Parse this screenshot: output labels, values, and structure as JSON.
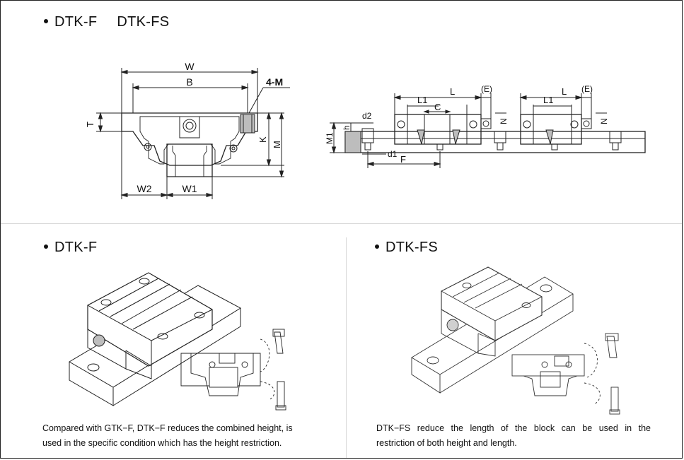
{
  "top_section": {
    "heading_main": "DTK-F",
    "heading_secondary": "DTK-FS",
    "front_view_labels": {
      "w": "W",
      "b": "B",
      "m4": "4-M",
      "t": "T",
      "k": "K",
      "m": "M",
      "w2": "W2",
      "w1": "W1"
    },
    "side_view_labels": {
      "l": "L",
      "e": "(E)",
      "l1": "L1",
      "c": "C",
      "n": "N",
      "d2": "d2",
      "h": "h",
      "m1": "M1",
      "d1": "d1",
      "f": "F"
    }
  },
  "left_panel": {
    "heading": "DTK-F",
    "caption_line1": "Compared with GTK−F, DTK−F reduces the combined height, is",
    "caption_line2": "used in the specific condition which has the height restriction."
  },
  "right_panel": {
    "heading": "DTK-FS",
    "caption_line1": "DTK−FS reduce the length of the block can be used in the",
    "caption_line2": "restriction of both height and length."
  },
  "colors": {
    "line": "#222222",
    "separator": "#d8d8d8",
    "shade": "#bdbdbd"
  }
}
